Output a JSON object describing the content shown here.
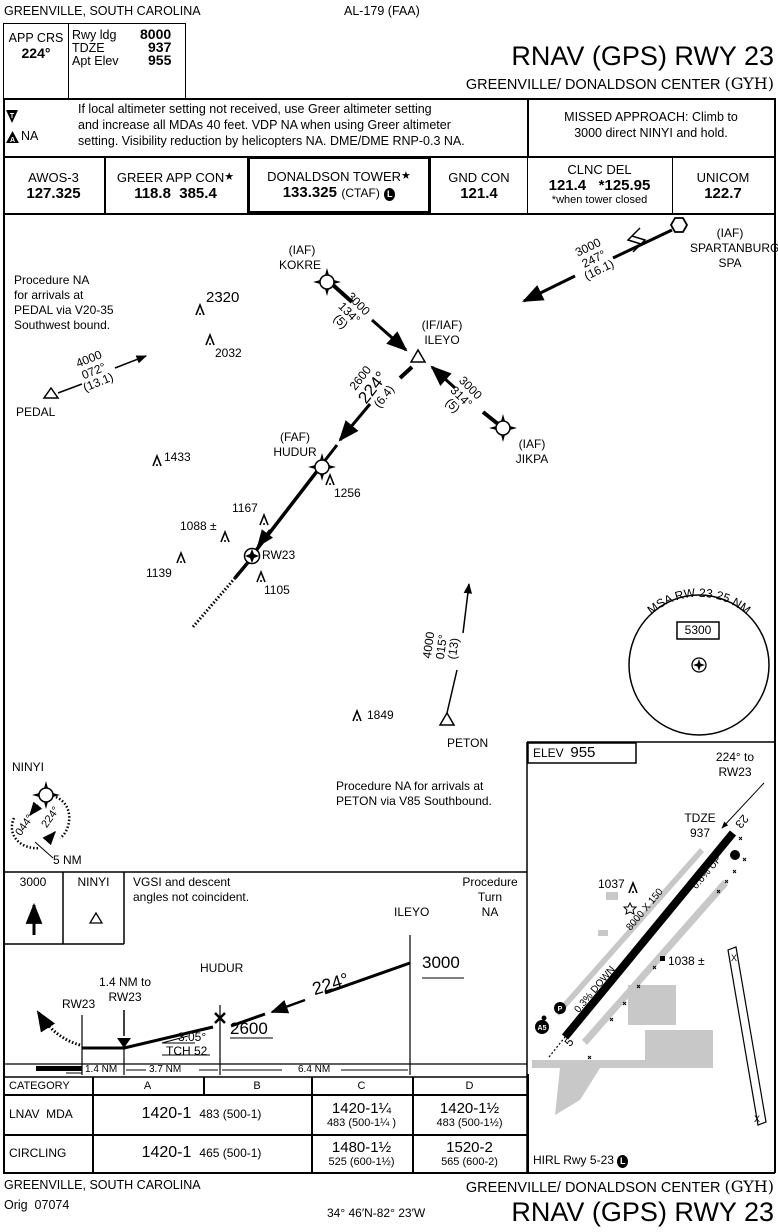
{
  "header": {
    "location": "GREENVILLE, SOUTH CAROLINA",
    "chart_id": "AL-179 (FAA)",
    "procedure_title": "RNAV (GPS) RWY 23",
    "airport_name": "GREENVILLE/ DONALDSON CENTER",
    "airport_id": "(GYH)",
    "app_crs_label": "APP CRS",
    "app_crs_value": "224°",
    "rwy_ldg_label": "Rwy ldg",
    "rwy_ldg_value": "8000",
    "tdze_label": "TDZE",
    "tdze_value": "937",
    "apt_elev_label": "Apt Elev",
    "apt_elev_value": "955"
  },
  "notes": {
    "symbol_t": "T",
    "symbol_a": "A",
    "alt_minima_na": "NA",
    "line1": "If local altimeter setting not received, use Greer altimeter setting",
    "line2": "and increase all MDAs 40 feet. VDP NA when using Greer altimeter",
    "line3": "setting. Visibility reduction by helicopters NA. DME/DME RNP-0.3 NA.",
    "missed_line1": "MISSED APPROACH: Climb to",
    "missed_line2": "3000 direct NINYI and hold."
  },
  "comms": [
    {
      "label": "AWOS-3",
      "freq": "127.325"
    },
    {
      "label": "GREER APP CON",
      "star": "★",
      "freq": "118.8  385.4"
    },
    {
      "label": "DONALDSON TOWER",
      "star": "★",
      "freq": "133.325",
      "suffix": "(CTAF)",
      "badge": "L"
    },
    {
      "label": "GND CON",
      "freq": "121.4"
    },
    {
      "label": "CLNC DEL",
      "freq": "121.4   *125.95",
      "note": "*when tower closed"
    },
    {
      "label": "UNICOM",
      "freq": "122.7"
    }
  ],
  "planview": {
    "note_pedal": [
      "Procedure NA",
      "for arrivals at",
      "PEDAL via V20-35",
      "Southwest bound."
    ],
    "note_peton": [
      "Procedure NA for arrivals at",
      "PETON via V85 Southbound."
    ],
    "fixes": {
      "kokre": {
        "role": "(IAF)",
        "name": "KOKRE"
      },
      "ileyo": {
        "role": "(IF/IAF)",
        "name": "ILEYO"
      },
      "jikpa": {
        "role": "(IAF)",
        "name": "JIKPA"
      },
      "hudur": {
        "role": "(FAF)",
        "name": "HUDUR"
      },
      "spartanburg": {
        "role": "(IAF)",
        "name": "SPARTANBURG",
        "id": "SPA"
      },
      "pedal": {
        "name": "PEDAL"
      },
      "peton": {
        "name": "PETON"
      },
      "rw23": {
        "name": "RW23"
      },
      "ninyi": {
        "name": "NINYI"
      }
    },
    "legs": {
      "kokre_ileyo": {
        "alt": "3000",
        "crs": "134°",
        "dist": "(5)"
      },
      "jikpa_ileyo": {
        "alt": "3000",
        "crs": "314°",
        "dist": "(5)"
      },
      "ileyo_hudur": {
        "alt": "2600",
        "crs": "224°",
        "dist": "(6.4)"
      },
      "spa_leg": {
        "alt": "3000",
        "crs": "247°",
        "dist": "(16.1)"
      },
      "pedal_leg": {
        "alt": "4000",
        "crs": "072°",
        "dist": "(13.1)"
      },
      "peton_leg": {
        "alt": "4000",
        "crs": "015°",
        "dist": "(13)"
      }
    },
    "obstacles": [
      "2320",
      "2032",
      "1433",
      "1256",
      "1167",
      "1088 ±",
      "1139",
      "1105",
      "1849"
    ],
    "hold": {
      "inbound": "044°",
      "outbound": "224°",
      "leg": "5 NM"
    },
    "msa": {
      "title": "MSA RW 23 25 NM",
      "altitude": "5300"
    }
  },
  "airport_diagram": {
    "elev_label": "ELEV",
    "elev_value": "955",
    "final_course": [
      "224° to",
      "RW23"
    ],
    "tdze": [
      "TDZE",
      "937"
    ],
    "runway_dims": "8000 X 150",
    "grad_up": "0.6% UP",
    "grad_down": "0.3% DOWN",
    "rwy_end_23": "23",
    "rwy_end_5": "5",
    "obstacle_1037": "1037",
    "obstacle_1038": "1038 ±",
    "lighting": "HIRL Rwy 5-23",
    "lighting_badge": "L",
    "badge_p": "P",
    "badge_a5": "A5"
  },
  "profile": {
    "holding_alt": "3000",
    "holding_fix": "NINYI",
    "vgsi_note": [
      "VGSI and descent",
      "angles not coincident."
    ],
    "pt_note": [
      "Procedure",
      "Turn",
      "NA"
    ],
    "ileyo": "ILEYO",
    "ileyo_alt": "3000",
    "hudur": "HUDUR",
    "hudur_alt": "2600",
    "course": "224°",
    "vdp_note": [
      "1.4 NM to",
      "RW23"
    ],
    "rw23": "RW23",
    "gp_angle": "3.05°",
    "tch": "TCH 52",
    "dist_1": "1.4 NM",
    "dist_2": "3.7 NM",
    "dist_3": "6.4 NM"
  },
  "minimums": {
    "headers": [
      "CATEGORY",
      "A",
      "B",
      "C",
      "D"
    ],
    "rows": [
      {
        "label": "LNAV  MDA",
        "ab_main": "1420-1",
        "ab_sub": "483 (500-1)",
        "c_main": "1420-1¼",
        "c_sub": "483 (500-1¼ )",
        "d_main": "1420-1½",
        "d_sub": "483 (500-1½)"
      },
      {
        "label": "CIRCLING",
        "ab_main": "1420-1",
        "ab_sub": "465 (500-1)",
        "c_main": "1480-1½",
        "c_sub": "525 (600-1½)",
        "d_main": "1520-2",
        "d_sub": "565 (600-2)"
      }
    ]
  },
  "footer": {
    "location": "GREENVILLE, SOUTH CAROLINA",
    "amendment": "Orig  07074",
    "coords": "34° 46′N-82° 23′W",
    "airport_name": "GREENVILLE/ DONALDSON CENTER",
    "airport_id": "(GYH)",
    "procedure_title": "RNAV (GPS) RWY 23"
  }
}
